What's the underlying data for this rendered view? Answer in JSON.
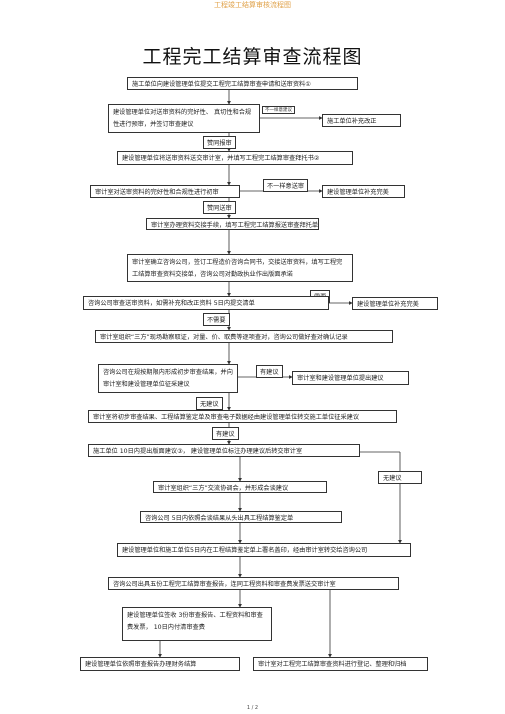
{
  "header": "工程竣工结算审核流程图",
  "title": "工程完工结算审查流程图",
  "boxes": {
    "b1": "施工单位向建设管理单位提交工程完工结算审查申请和送审资料①",
    "b2": "建设管理单位对送审资料的完好性、     真切性和合规性进行预审，并签订审查建议",
    "b3": "施工单位补充改正",
    "b4": "建设管理单位将送审资料送交审计室，并填写工程完工结算审查拜托书②",
    "b5": "审计室对送审资料的完好性和合规性进行初审",
    "b6": "建设管理单位补充完美",
    "b7": "审计室办理资料交接手续，填写工程完工结算报送审查拜托单",
    "b8": "审计室确立咨询公司，签订工程造价咨询合同书，交接送审资料，填写工程完工结算审查资料交接单，咨询公司对勤政执业作出版面承诺",
    "b9": "咨询公司审查送审资料，如需补充和改正资料        5日内提交清单",
    "b10": "建设管理单位补充完美",
    "b11": "审计室组织“三方”现场勘察取证，对量、价、取费等逐项查对，咨询公司做好查对确认记录",
    "b12": "咨询公司在规按期限内形成初步审查结果，并向审计室和建设管理单位征采建议",
    "b13": "审计室和建设管理单位提出建议",
    "b14": "审计室将初步审查结果、工程结算鉴定单及审查电子数据经由建设管理单位转交施工单位征采建议",
    "b15": "施工单位  10日内提出版面建议③，  建设管理单位标注办理建议后转交审计室",
    "b16": "无建议",
    "b17": "审计室组织“三方”交流协调会，并形成会谈建议",
    "b18": "咨询公司  5日内依照会谈结果从头出具工程结算鉴定单",
    "b19": "建设管理单位和施工单位5日内在工程结算鉴定单上署名盖印，经由审计室转交给咨询公司",
    "b20": "咨询公司出具五份工程完工结算审查报告，连同工程资料和审查费发票送交审计室",
    "b21": "建设管理单位签收     3份审查报告、工程资料和审查费发票，    10日内付清审查费",
    "b22": "建设管理单位依照审查报告办理财务结算",
    "b23": "审计室对工程完工结算审查资料进行登记、整理和归档"
  },
  "labels": {
    "l1": "不一样意建议",
    "l2": "赞同报审",
    "l3": "不一样意送审",
    "l4": "赞同送审",
    "l5": "需要",
    "l6": "不需要",
    "l7": "有建议",
    "l8": "无建议",
    "l9": "有建议"
  },
  "footer": "1 / 2"
}
